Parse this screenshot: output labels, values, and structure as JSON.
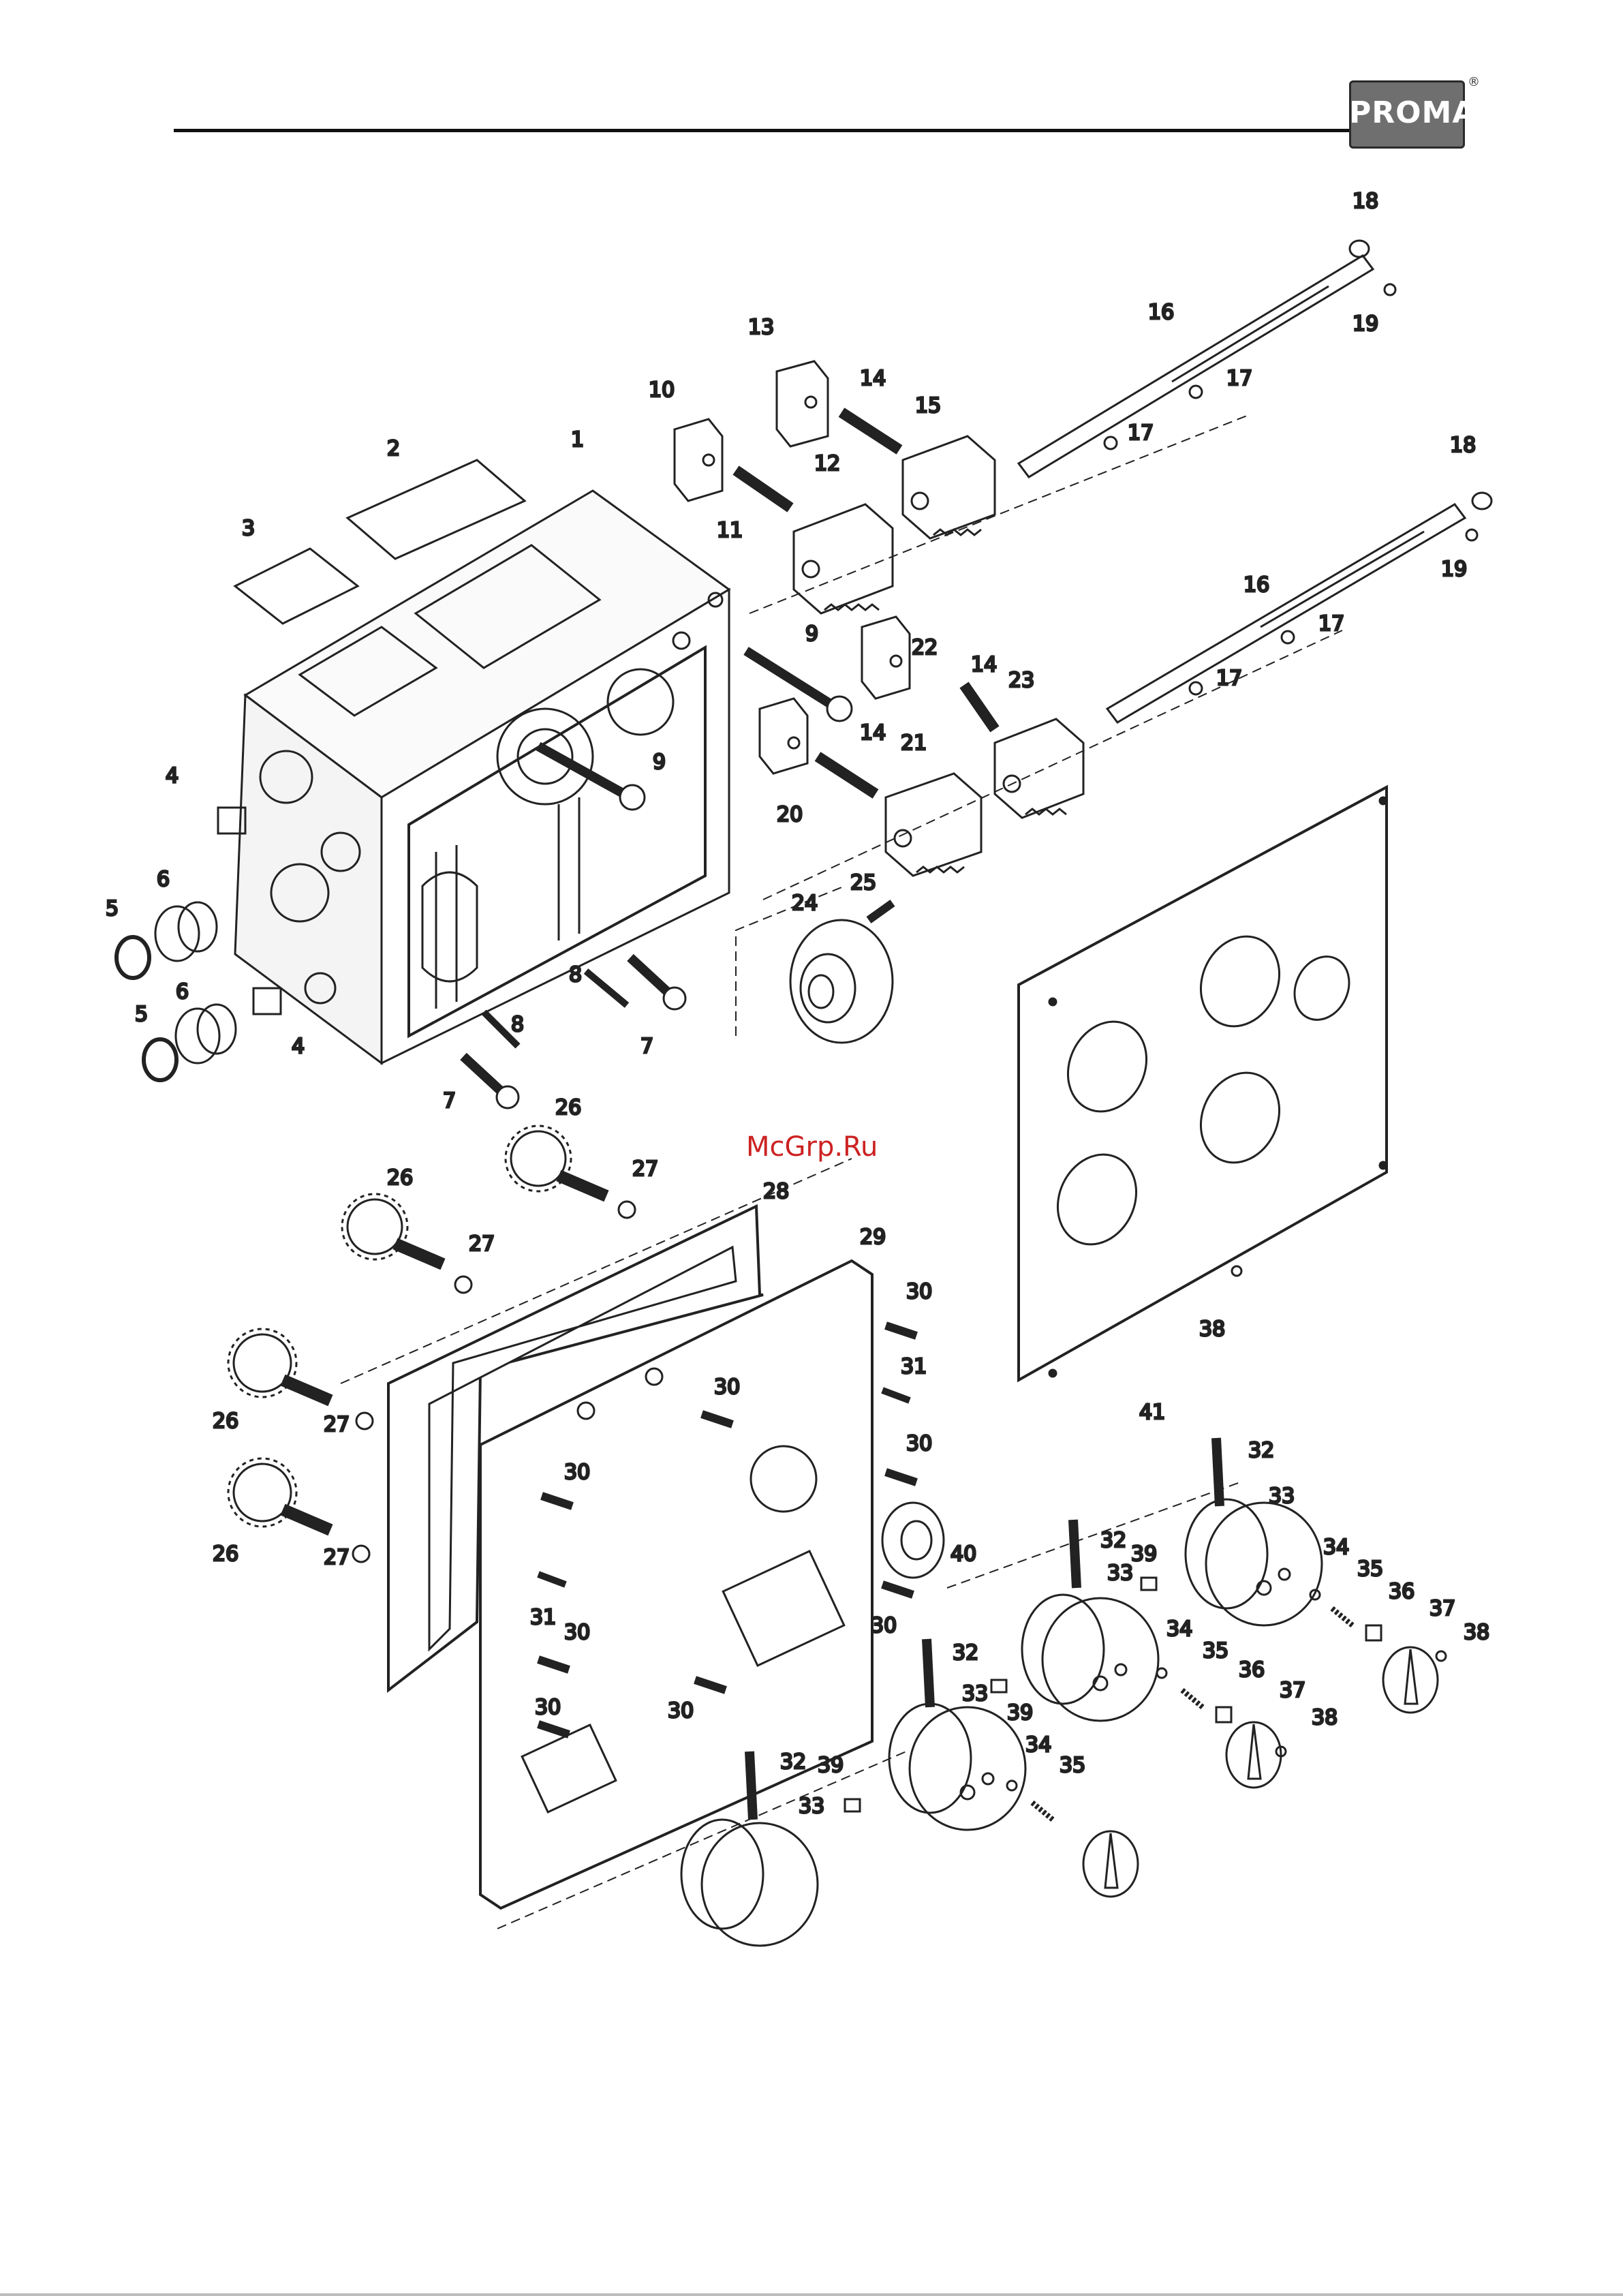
{
  "header": {
    "logo_text": "PROMA",
    "logo_mark": "®"
  },
  "watermark": "McGrp.Ru",
  "colors": {
    "ink": "#222222",
    "paper": "#ffffff",
    "logo_plate": "#6f6f6f",
    "watermark": "#cc2222"
  },
  "callouts": [
    {
      "id": "c1",
      "label": "1"
    },
    {
      "id": "c2",
      "label": "2"
    },
    {
      "id": "c3",
      "label": "3"
    },
    {
      "id": "c4a",
      "label": "4"
    },
    {
      "id": "c4b",
      "label": "4"
    },
    {
      "id": "c5a",
      "label": "5"
    },
    {
      "id": "c5b",
      "label": "5"
    },
    {
      "id": "c6a",
      "label": "6"
    },
    {
      "id": "c6b",
      "label": "6"
    },
    {
      "id": "c7a",
      "label": "7"
    },
    {
      "id": "c7b",
      "label": "7"
    },
    {
      "id": "c8a",
      "label": "8"
    },
    {
      "id": "c8b",
      "label": "8"
    },
    {
      "id": "c9a",
      "label": "9"
    },
    {
      "id": "c9b",
      "label": "9"
    },
    {
      "id": "c10",
      "label": "10"
    },
    {
      "id": "c11",
      "label": "11"
    },
    {
      "id": "c12",
      "label": "12"
    },
    {
      "id": "c13",
      "label": "13"
    },
    {
      "id": "c14a",
      "label": "14"
    },
    {
      "id": "c14b",
      "label": "14"
    },
    {
      "id": "c14c",
      "label": "14"
    },
    {
      "id": "c15",
      "label": "15"
    },
    {
      "id": "c16a",
      "label": "16"
    },
    {
      "id": "c16b",
      "label": "16"
    },
    {
      "id": "c17a",
      "label": "17"
    },
    {
      "id": "c17b",
      "label": "17"
    },
    {
      "id": "c17c",
      "label": "17"
    },
    {
      "id": "c17d",
      "label": "17"
    },
    {
      "id": "c18a",
      "label": "18"
    },
    {
      "id": "c18b",
      "label": "18"
    },
    {
      "id": "c19a",
      "label": "19"
    },
    {
      "id": "c19b",
      "label": "19"
    },
    {
      "id": "c20",
      "label": "20"
    },
    {
      "id": "c21",
      "label": "21"
    },
    {
      "id": "c22",
      "label": "22"
    },
    {
      "id": "c23",
      "label": "23"
    },
    {
      "id": "c24",
      "label": "24"
    },
    {
      "id": "c25",
      "label": "25"
    },
    {
      "id": "c26a",
      "label": "26"
    },
    {
      "id": "c26b",
      "label": "26"
    },
    {
      "id": "c26c",
      "label": "26"
    },
    {
      "id": "c26d",
      "label": "26"
    },
    {
      "id": "c27a",
      "label": "27"
    },
    {
      "id": "c27b",
      "label": "27"
    },
    {
      "id": "c27c",
      "label": "27"
    },
    {
      "id": "c27d",
      "label": "27"
    },
    {
      "id": "c28",
      "label": "28"
    },
    {
      "id": "c29",
      "label": "29"
    },
    {
      "id": "c30a",
      "label": "30"
    },
    {
      "id": "c30b",
      "label": "30"
    },
    {
      "id": "c30c",
      "label": "30"
    },
    {
      "id": "c30d",
      "label": "30"
    },
    {
      "id": "c30e",
      "label": "30"
    },
    {
      "id": "c30f",
      "label": "30"
    },
    {
      "id": "c30g",
      "label": "30"
    },
    {
      "id": "c30h",
      "label": "30"
    },
    {
      "id": "c31a",
      "label": "31"
    },
    {
      "id": "c31b",
      "label": "31"
    },
    {
      "id": "c32a",
      "label": "32"
    },
    {
      "id": "c32b",
      "label": "32"
    },
    {
      "id": "c32c",
      "label": "32"
    },
    {
      "id": "c32d",
      "label": "32"
    },
    {
      "id": "c33a",
      "label": "33"
    },
    {
      "id": "c33b",
      "label": "33"
    },
    {
      "id": "c33c",
      "label": "33"
    },
    {
      "id": "c33d",
      "label": "33"
    },
    {
      "id": "c34a",
      "label": "34"
    },
    {
      "id": "c34b",
      "label": "34"
    },
    {
      "id": "c34c",
      "label": "34"
    },
    {
      "id": "c35a",
      "label": "35"
    },
    {
      "id": "c35b",
      "label": "35"
    },
    {
      "id": "c35c",
      "label": "35"
    },
    {
      "id": "c36a",
      "label": "36"
    },
    {
      "id": "c36b",
      "label": "36"
    },
    {
      "id": "c37a",
      "label": "37"
    },
    {
      "id": "c37b",
      "label": "37"
    },
    {
      "id": "c38a",
      "label": "38"
    },
    {
      "id": "c38b",
      "label": "38"
    },
    {
      "id": "c38c",
      "label": "38"
    },
    {
      "id": "c39a",
      "label": "39"
    },
    {
      "id": "c39b",
      "label": "39"
    },
    {
      "id": "c39c",
      "label": "39"
    },
    {
      "id": "c40",
      "label": "40"
    },
    {
      "id": "c41",
      "label": "41"
    }
  ]
}
